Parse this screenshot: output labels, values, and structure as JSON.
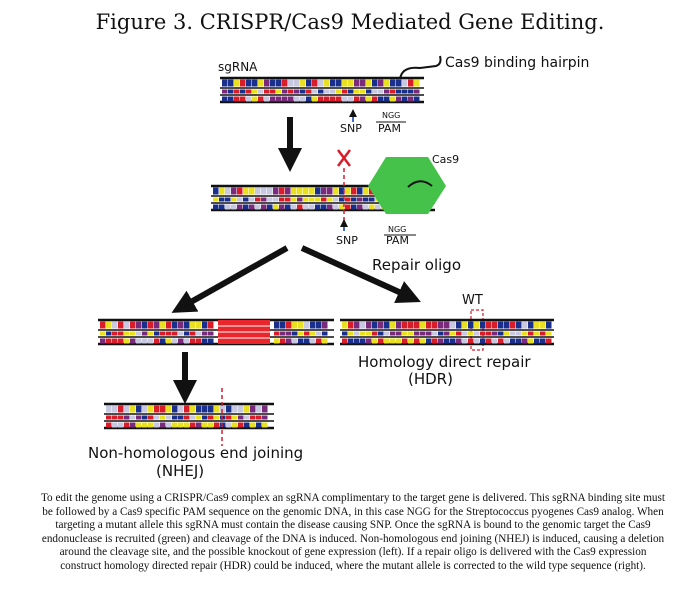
{
  "figure": {
    "title": "Figure 3. CRISPR/Cas9 Mediated Gene Editing."
  },
  "labels": {
    "sgrna": "sgRNA",
    "hairpin": "Cas9 binding hairpin",
    "snp": "SNP",
    "ngg": "NGG",
    "pam": "PAM",
    "cas9": "Cas9",
    "repair_oligo": "Repair oligo",
    "wt": "WT",
    "hdr_line1": "Homology direct repair",
    "hdr_line2": "(HDR)",
    "nhej_line1": "Non-homologous end joining",
    "nhej_line2": "(NHEJ)"
  },
  "caption": "To edit the genome using a CRISPR/Cas9 complex an sgRNA complimentary to the target gene is delivered. This sgRNA binding site must be followed by a Cas9 specific PAM sequence on the genomic DNA, in this case NGG for the Streptococcus pyogenes Cas9 analog. When targeting a mutant allele this sgRNA must contain the disease causing SNP. Once the sgRNA is bound to the genomic target the Cas9 endonuclease is recruited (green) and cleavage of the DNA is induced. Non-homologous end joining (NHEJ) is induced, causing a deletion around the cleavage site, and the possible knockout of gene expression (left). If a repair oligo is delivered with the Cas9 expression construct homology directed repair (HDR) could be induced, where the mutant allele is corrected to the wild type sequence (right).",
  "colors": {
    "base_palette": [
      "#e8e020",
      "#d81c2a",
      "#1a2e8c",
      "#c8c8e0",
      "#7a2a7a"
    ],
    "cas9": "#44c24a",
    "cut_marker": "#d81c2a",
    "snp_arrow": "#3a6fd0",
    "backbone": "#111111",
    "deletion": "#e8262c"
  },
  "icons": {
    "cut": "x-mark-icon",
    "flow": "arrow-icon"
  }
}
